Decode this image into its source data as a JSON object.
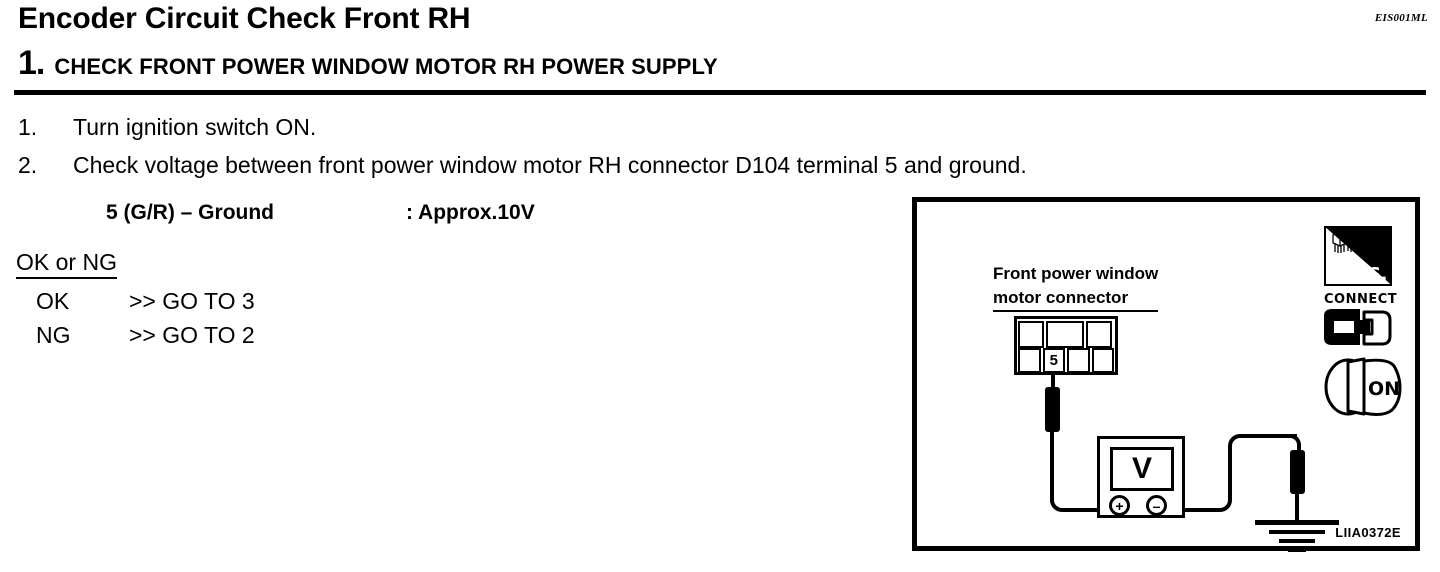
{
  "header": {
    "title": "Encoder Circuit Check Front RH",
    "step_number": "1.",
    "step_title": "CHECK FRONT POWER WINDOW MOTOR RH POWER SUPPLY",
    "doc_code": "EIS001ML"
  },
  "instructions": [
    {
      "number": "1.",
      "text": "Turn ignition switch ON."
    },
    {
      "number": "2.",
      "text": "Check voltage between front power window motor RH connector D104 terminal 5 and  ground."
    }
  ],
  "spec": {
    "terminals": "5 (G/R) – Ground",
    "value": ": Approx.10V"
  },
  "decision": {
    "heading": "OK or NG",
    "rows": [
      {
        "label": "OK",
        "result": ">> GO TO 3"
      },
      {
        "label": "NG",
        "result": ">> GO TO 2"
      }
    ]
  },
  "figure": {
    "code": "LIIA0372E",
    "caption_line1": "Front power window",
    "caption_line2": "motor connector",
    "connector": {
      "pin_label": "5",
      "top_cells": [
        "",
        "",
        ""
      ],
      "bottom_cells": [
        "",
        "5",
        "",
        ""
      ]
    },
    "meter": {
      "display": "V",
      "positive_terminal": "+",
      "negative_terminal": "–"
    },
    "icons": [
      {
        "name": "hs-icon",
        "label": "H.S."
      },
      {
        "name": "connect-icon",
        "label": "CONNECT"
      },
      {
        "name": "ignition-on-icon",
        "label": "ON"
      }
    ]
  },
  "colors": {
    "ink": "#000000",
    "paper": "#ffffff"
  }
}
